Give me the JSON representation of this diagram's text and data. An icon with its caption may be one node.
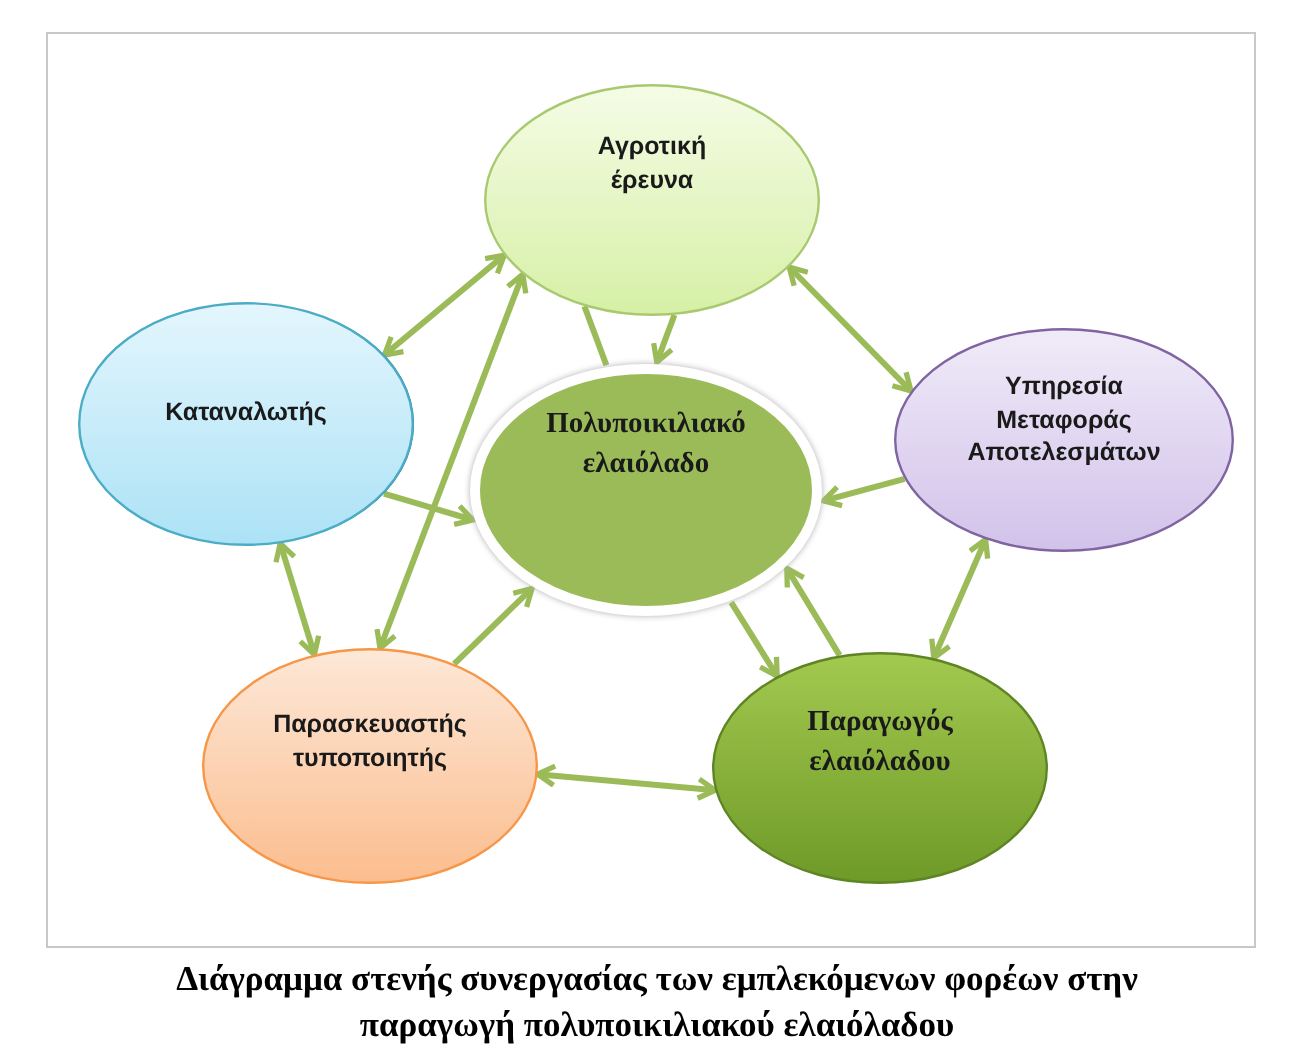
{
  "diagram": {
    "caption": "Διάγραμμα στενής συνεργασίας των εμπλεκόμενων φορέων στην παραγωγή πολυποικιλιακού ελαιόλαδου",
    "nodes": [
      {
        "text": [
          "Αγροτική έρευνα"
        ]
      },
      {
        "text": [
          "Καταναλωτής"
        ]
      },
      {
        "text": [
          "Πολυποικιλιακό ελαιόλαδο"
        ]
      },
      {
        "text": [
          "Υπηρεσία Μεταφοράς Αποτελεσμάτων"
        ]
      },
      {
        "text": [
          "Παρασκευαστής τυποποιητής"
        ]
      },
      {
        "text": [
          "Παραγωγός ελαιόλαδου"
        ]
      }
    ],
    "edges": [
      {
        "from": 0,
        "to": 1,
        "arrow": "both"
      },
      {
        "from": 0,
        "to": 4,
        "arrow": "both"
      },
      {
        "from": 2,
        "to": 0,
        "arrow": "none"
      },
      {
        "from": 0,
        "to": 2,
        "arrow": "to"
      },
      {
        "from": 0,
        "to": 3,
        "arrow": "both"
      },
      {
        "from": 1,
        "to": 2,
        "arrow": "to"
      },
      {
        "from": 3,
        "to": 2,
        "arrow": "to"
      },
      {
        "from": 1,
        "to": 4,
        "arrow": "both"
      },
      {
        "from": 4,
        "to": 2,
        "arrow": "to"
      },
      {
        "from": 2,
        "to": 5,
        "arrow": "to"
      },
      {
        "from": 5,
        "to": 2,
        "arrow": "to"
      },
      {
        "from": 3,
        "to": 5,
        "arrow": "both"
      },
      {
        "from": 4,
        "to": 5,
        "arrow": "both"
      }
    ]
  }
}
